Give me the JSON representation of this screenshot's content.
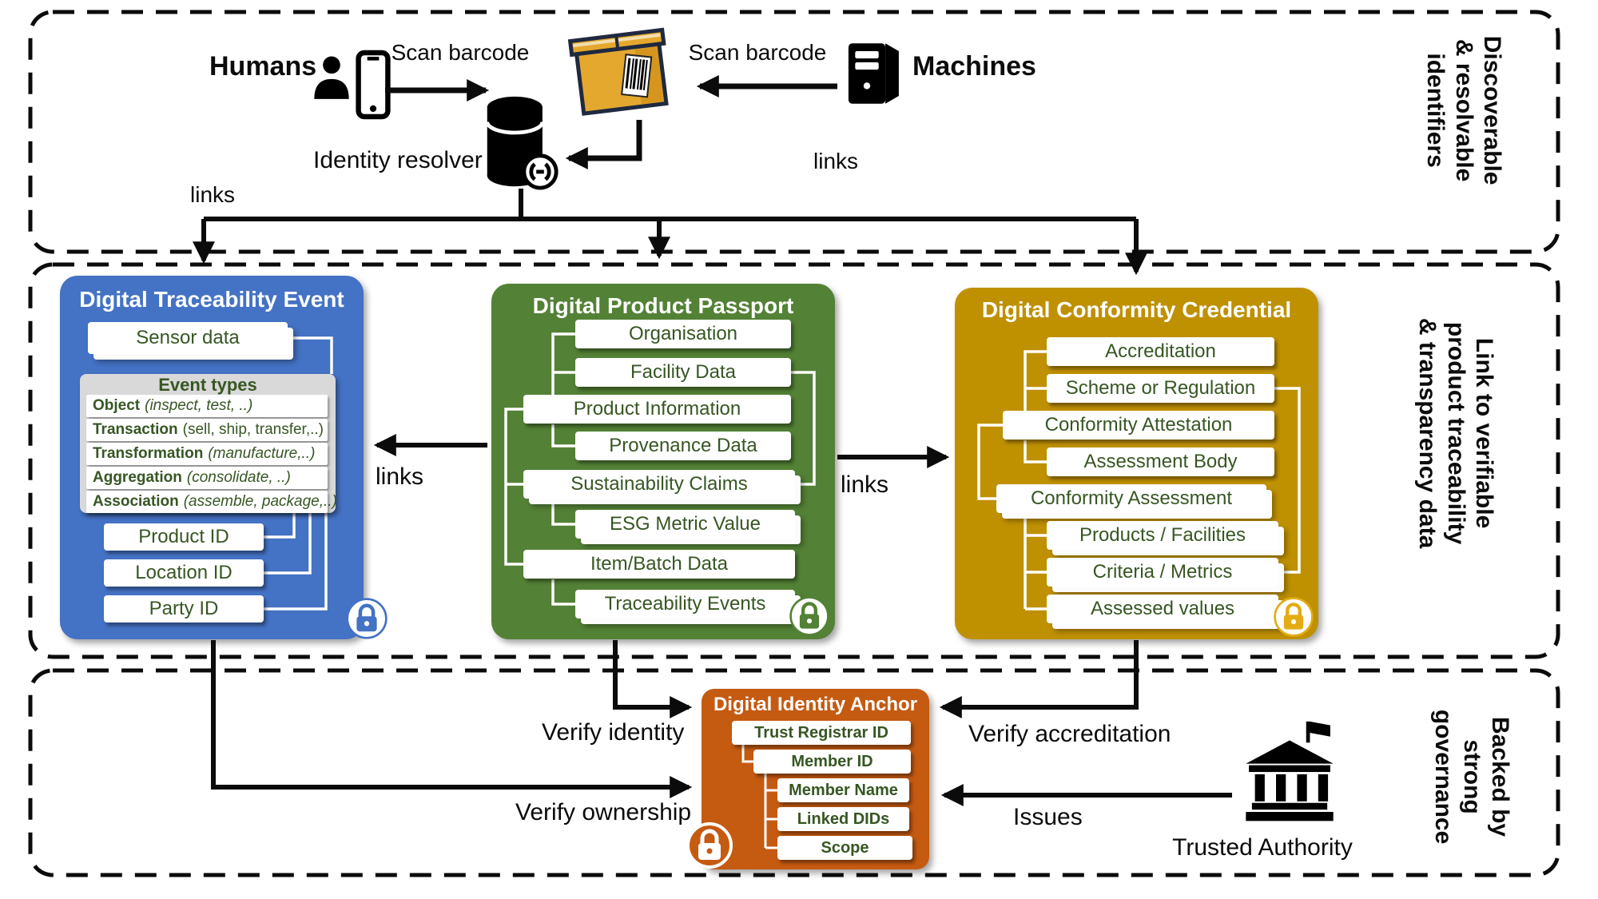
{
  "sections": {
    "identifiers": {
      "label": "Discoverable\n& resolvable\nidentifiers"
    },
    "traceability": {
      "label": "Link to verifiable\nproduct traceability\n& transparency data"
    },
    "governance": {
      "label": "Backed by\nstrong\ngovernance"
    }
  },
  "top": {
    "humans": "Humans",
    "machines": "Machines",
    "scan_left": "Scan barcode",
    "scan_right": "Scan barcode",
    "identity_resolver": "Identity resolver",
    "links_left": "links",
    "links_right": "links"
  },
  "middle": {
    "links_left": "links",
    "links_right": "links",
    "dte": {
      "title": "Digital Traceability Event",
      "sensor": "Sensor data",
      "event_types_title": "Event types",
      "event_types": [
        {
          "term": "Object",
          "rest": "(inspect, test, ..)"
        },
        {
          "term": "Transaction",
          "rest": "(sell, ship, transfer,..)"
        },
        {
          "term": "Transformation",
          "rest": "(manufacture,..)"
        },
        {
          "term": "Aggregation",
          "rest": "(consolidate, ..)"
        },
        {
          "term": "Association",
          "rest": "(assemble, package,..)"
        }
      ],
      "ids": [
        "Product ID",
        "Location ID",
        "Party ID"
      ]
    },
    "dpp": {
      "title": "Digital Product Passport",
      "items": [
        "Organisation",
        "Facility Data",
        "Product Information",
        "Provenance Data",
        "Sustainability Claims",
        "ESG Metric Value",
        "Item/Batch Data",
        "Traceability Events"
      ]
    },
    "dcc": {
      "title": "Digital Conformity Credential",
      "items": [
        "Accreditation",
        "Scheme or Regulation",
        "Conformity Attestation",
        "Assessment Body",
        "Conformity Assessment",
        "Products / Facilities",
        "Criteria / Metrics",
        "Assessed values"
      ]
    }
  },
  "bottom": {
    "dia": {
      "title": "Digital Identity Anchor",
      "items": [
        "Trust Registrar ID",
        "Member ID",
        "Member Name",
        "Linked DIDs",
        "Scope"
      ]
    },
    "verify_identity": "Verify identity",
    "verify_ownership": "Verify ownership",
    "verify_accreditation": "Verify accreditation",
    "issues": "Issues",
    "trusted_authority": "Trusted Authority"
  },
  "colors": {
    "dte_blue": "#4472C4",
    "dpp_green": "#538135",
    "dcc_gold": "#BF9000",
    "dia_orange": "#C55A11",
    "chip_text_green": "#375623",
    "panel_gray": "#D9D9D9",
    "package_gold": "#E5A82E"
  }
}
